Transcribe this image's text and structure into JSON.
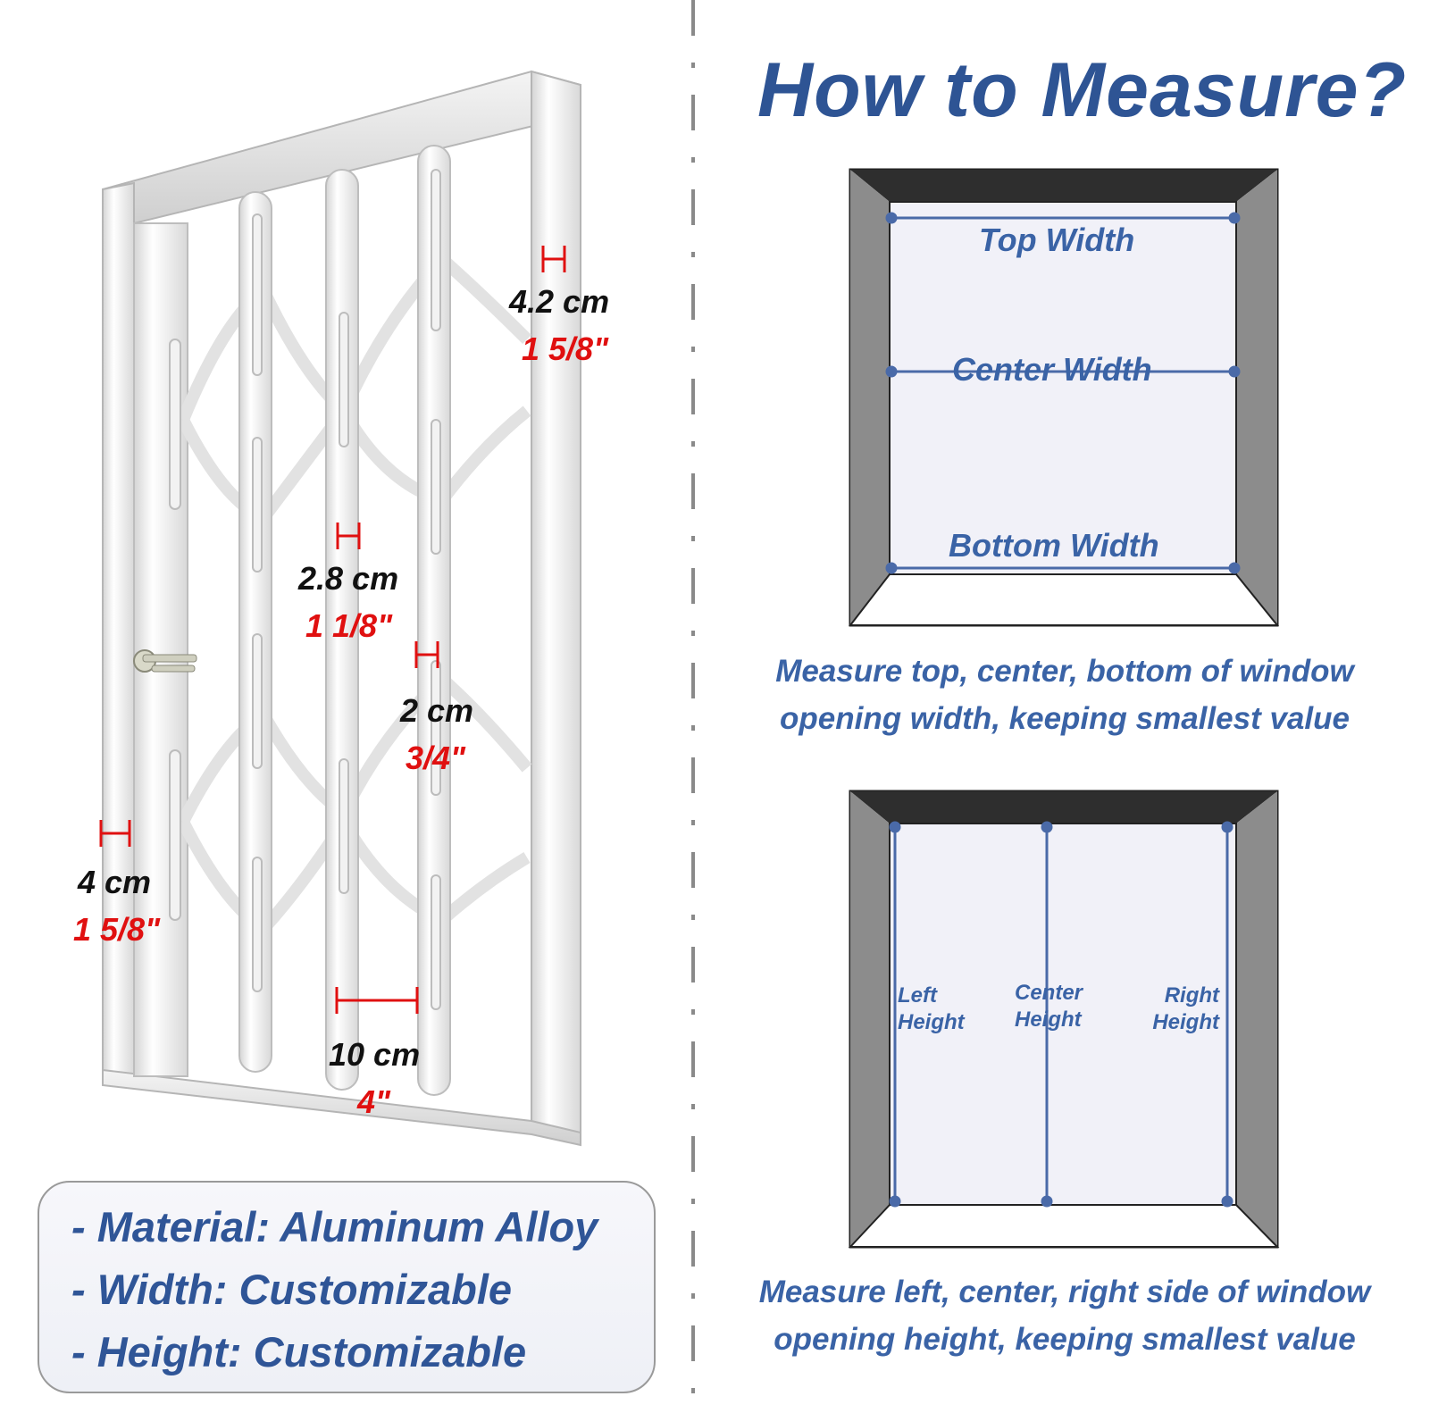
{
  "title": "How to Measure?",
  "dimensions": [
    {
      "cm": "4.2 cm",
      "inch": "1 5/8\""
    },
    {
      "cm": "2.8 cm",
      "inch": "1 1/8\""
    },
    {
      "cm": "2 cm",
      "inch": "3/4\""
    },
    {
      "cm": "4 cm",
      "inch": "1 5/8\""
    },
    {
      "cm": "10 cm",
      "inch": "4\""
    }
  ],
  "width_diagram": {
    "labels": [
      "Top Width",
      "Center Width",
      "Bottom Width"
    ],
    "caption": "Measure top, center, bottom of window opening width, keeping smallest value"
  },
  "height_diagram": {
    "labels": [
      "Left Height",
      "Center Height",
      "Right Height"
    ],
    "caption": "Measure left, center, right side of window opening height, keeping smallest value"
  },
  "specs": [
    "- Material: Aluminum Alloy",
    "- Width: Customizable",
    "- Height: Customizable"
  ],
  "colors": {
    "title": "#2e5494",
    "label": "#3a63a6",
    "dimension_cm": "#111111",
    "dimension_inch": "#e01010",
    "frame_dark": "#2e2e2e",
    "frame_side": "#8c8c8c"
  }
}
